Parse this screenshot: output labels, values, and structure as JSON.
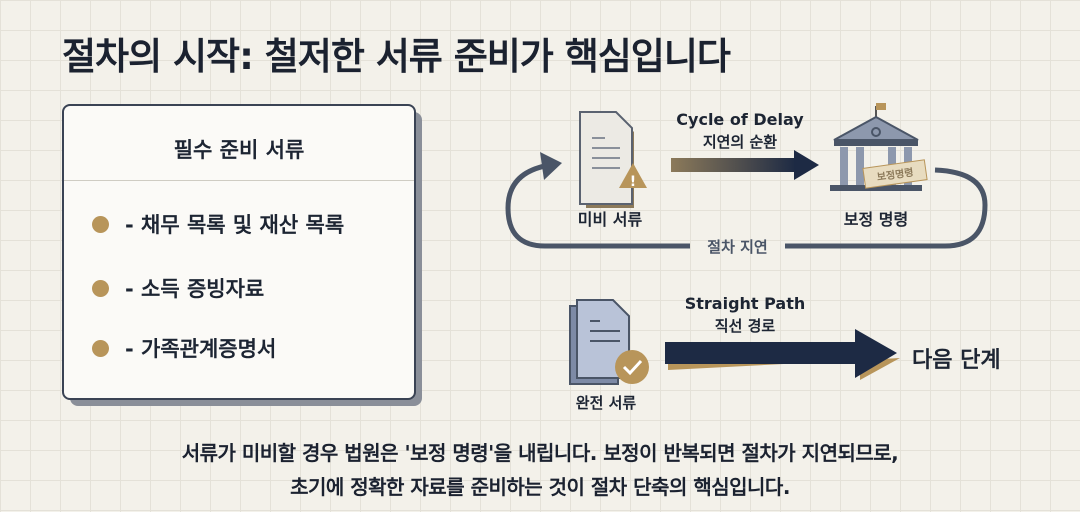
{
  "title": "절차의 시작: 철저한 서류 준비가 핵심입니다",
  "card": {
    "title": "필수 준비 서류",
    "items": [
      "- 채무 목록 및 재산 목록",
      "- 소득 증빙자료",
      "- 가족관계증명서"
    ]
  },
  "cycle": {
    "title_en": "Cycle of Delay",
    "title_ko": "지연의 순환",
    "left_label": "미비 서류",
    "right_label": "보정 명령",
    "stamp": "보정명령",
    "loop_label": "절차 지연"
  },
  "straight": {
    "title_en": "Straight Path",
    "title_ko": "직선 경로",
    "doc_label": "완전 서류",
    "next_label": "다음 단계"
  },
  "caption": [
    "서류가 미비할 경우 법원은 '보정 명령'을 내립니다. 보정이 반복되면 절차가 지연되므로,",
    "초기에 정확한 자료를 준비하는 것이 절차 단축의 핵심입니다."
  ],
  "colors": {
    "navy": "#1d2a44",
    "gold": "#b8955a",
    "background": "#f3f1ea"
  }
}
